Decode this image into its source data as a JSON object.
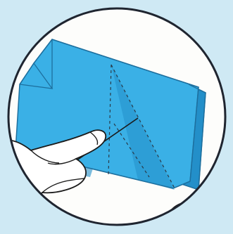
{
  "illustration": {
    "colors": {
      "background": "#cfe9f4",
      "circle_fill": "#fdfdfb",
      "circle_outline": "#1f2530",
      "paper_light": "#5fc0ec",
      "paper_main": "#3ab0e6",
      "paper_shadow": "#238fc9",
      "paper_edge": "#1d6f9e",
      "crease_line": "#2a3a48",
      "hand_fill": "#ffffff",
      "hand_line": "#1a1a1a",
      "arrow": "#1a1a1a"
    },
    "icons": [
      "magnifier-circle",
      "folded-paper",
      "left-hand",
      "right-hand",
      "fold-arrow"
    ]
  }
}
